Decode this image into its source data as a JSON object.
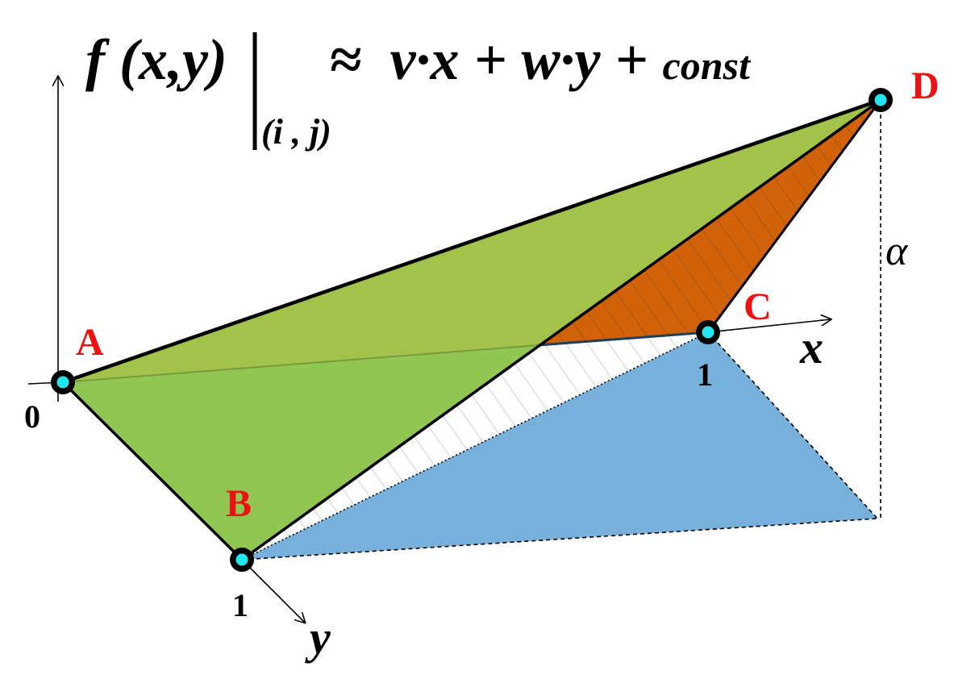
{
  "formula": {
    "lhs": "f (x,y)",
    "subscript": "(i , j)",
    "rhs": "≈  v·x + w·y + ",
    "rhs_const": "const"
  },
  "points": {
    "A": "A",
    "B": "B",
    "C": "C",
    "D": "D"
  },
  "ticks": {
    "origin": "0",
    "x_one": "1",
    "y_one": "1"
  },
  "axes": {
    "x": "x",
    "y": "y"
  },
  "height_label": "α",
  "colors": {
    "point_label": "#ee1111",
    "plane_green": "#8cc34a",
    "plane_orange": "#d2620a",
    "plane_blue": "#78b0dc",
    "vertex_fill": "#22e6f0"
  }
}
